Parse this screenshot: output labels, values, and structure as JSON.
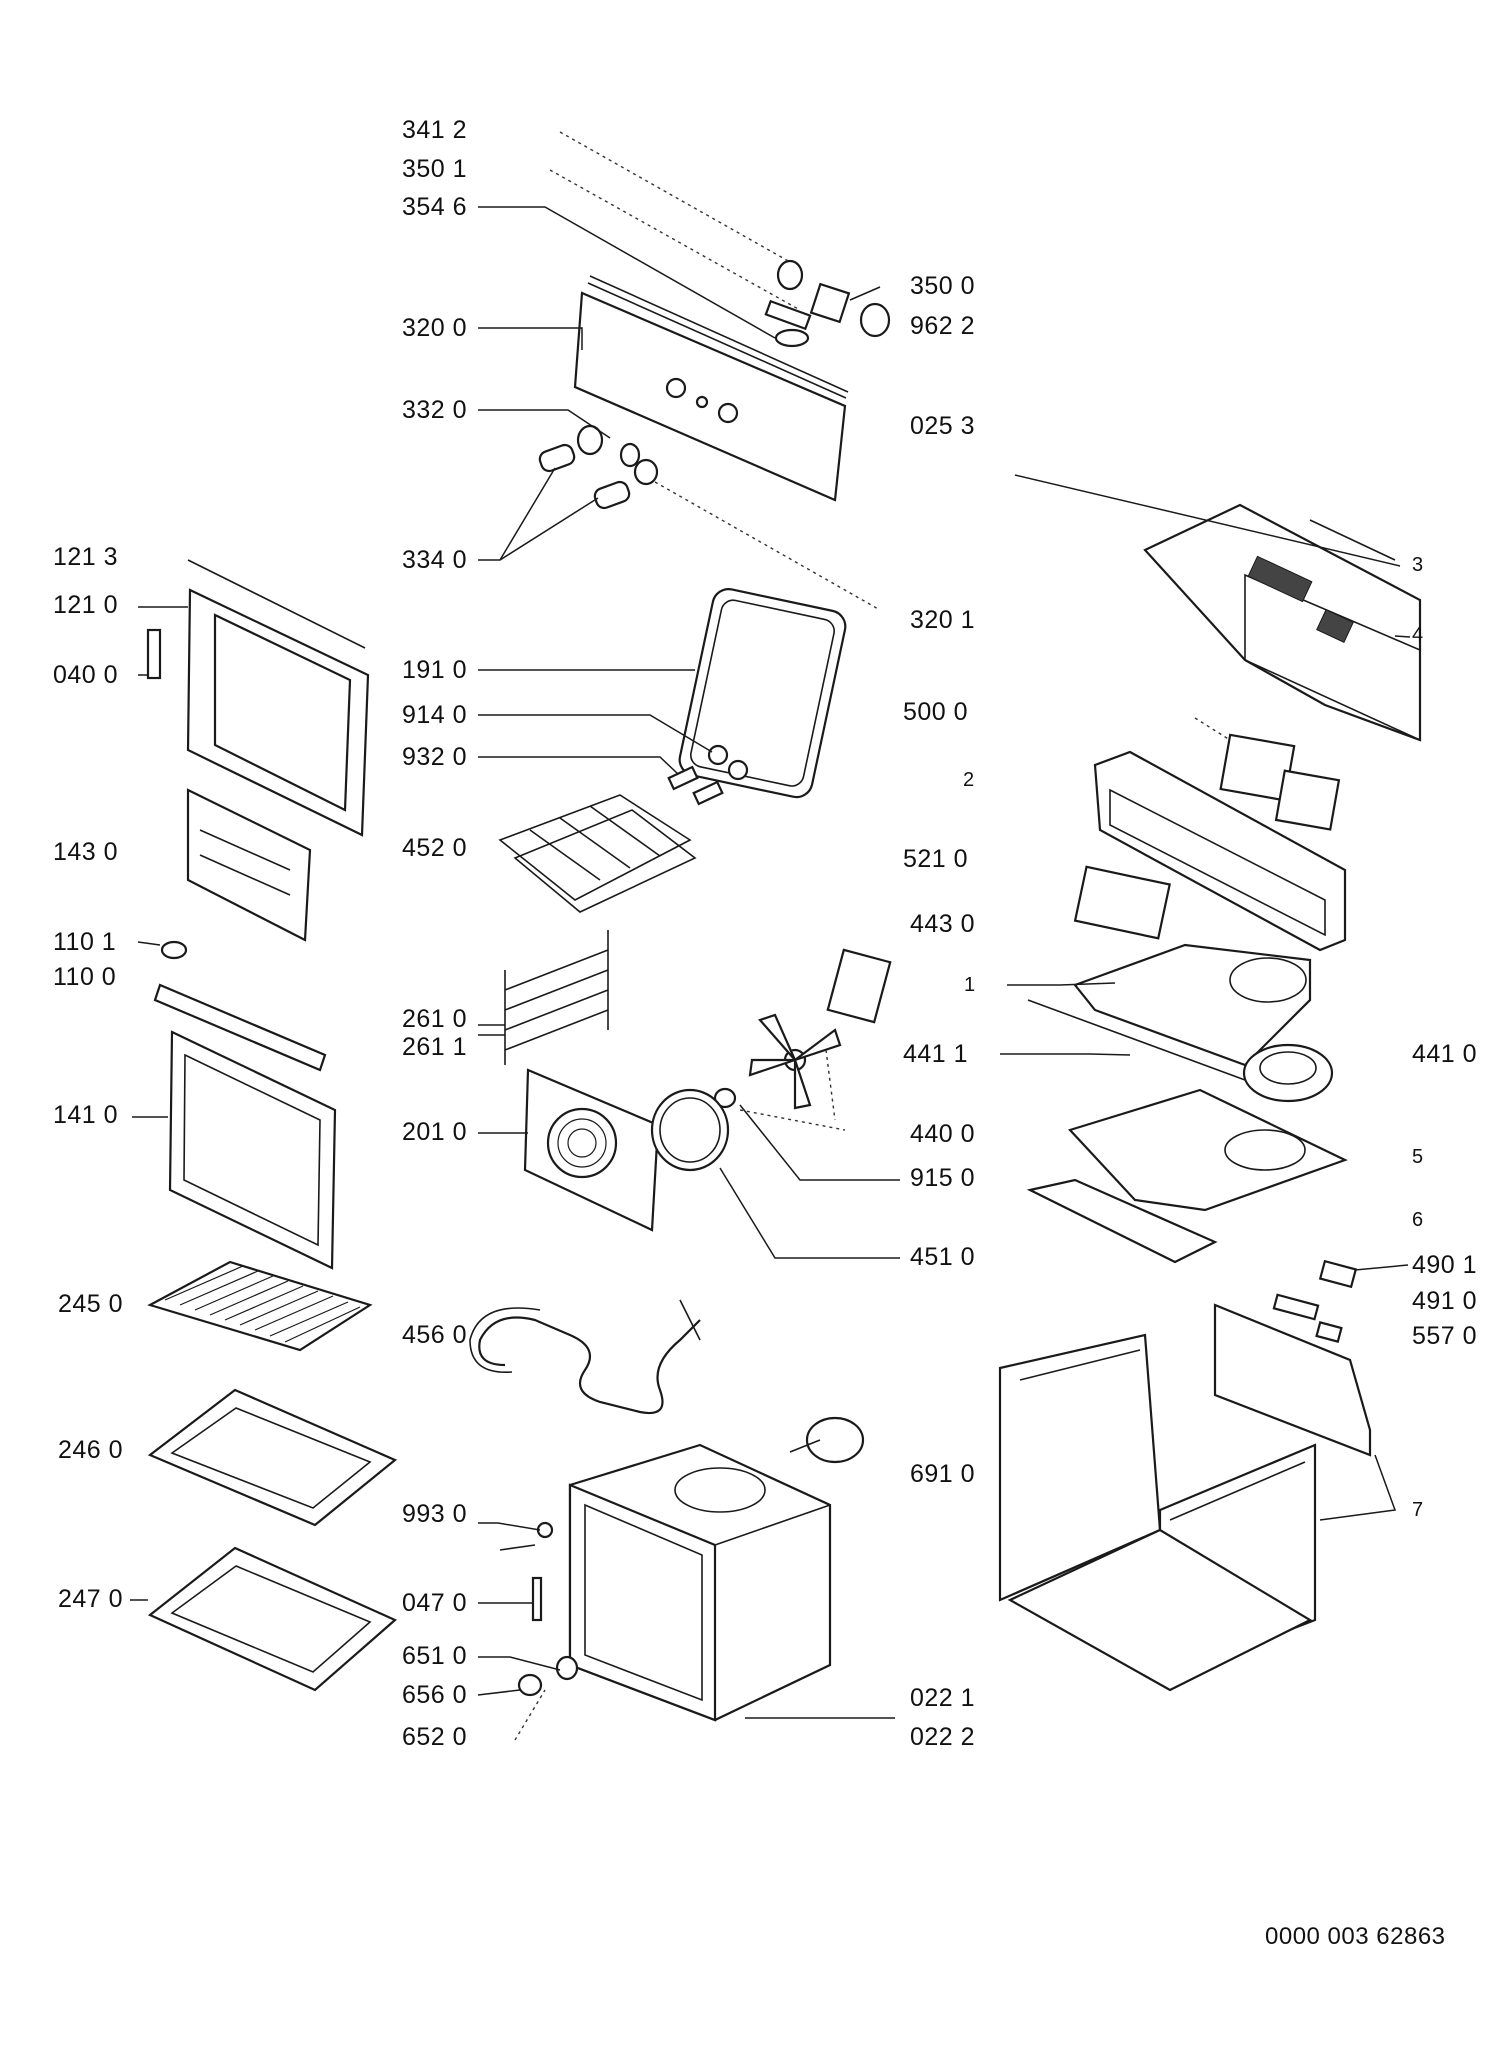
{
  "diagram": {
    "labels": {
      "p3412": "341 2",
      "p3501": "350 1",
      "p3546": "354 6",
      "p3500": "350 0",
      "p9622": "962 2",
      "p3200": "320 0",
      "p0253": "025 3",
      "p3320": "332 0",
      "p3340": "334 0",
      "p3201": "320 1",
      "p1213": "121 3",
      "p1210": "121 0",
      "p0400": "040 0",
      "p1910": "191 0",
      "p5000": "500 0",
      "p9140": "914 0",
      "p9320": "932 0",
      "p1430": "143 0",
      "p4520": "452 0",
      "p5210": "521 0",
      "p4430": "443 0",
      "p1101": "110 1",
      "p1100": "110 0",
      "p2610": "261 0",
      "p2611": "261 1",
      "p4411": "441 1",
      "p4410": "441 0",
      "p1410": "141 0",
      "p2010": "201 0",
      "p4400": "440 0",
      "p9150": "915 0",
      "p4510": "451 0",
      "p2450": "245 0",
      "p4560": "456 0",
      "p4901": "490 1",
      "p4910": "491 0",
      "p5570": "557 0",
      "p2460": "246 0",
      "p6910": "691 0",
      "p9930": "993 0",
      "p2470": "247 0",
      "p0470": "047 0",
      "p6510": "651 0",
      "p6560": "656 0",
      "p0221": "022 1",
      "p0222": "022 2",
      "p6520": "652 0",
      "g1": "1",
      "g2": "2",
      "g3": "3",
      "g4": "4",
      "g5": "5",
      "g6": "6",
      "g7": "7"
    },
    "footer_code": "0000 003 62863"
  }
}
